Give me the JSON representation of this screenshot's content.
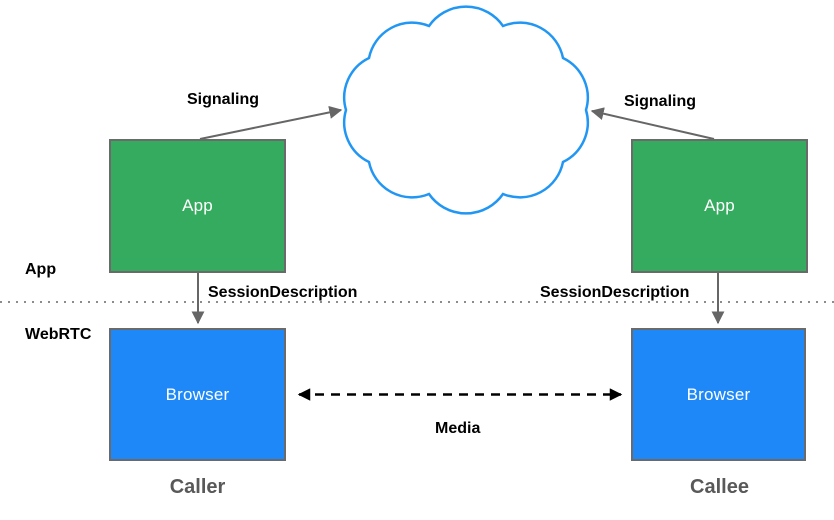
{
  "layers": {
    "app_label": "App",
    "webrtc_label": "WebRTC"
  },
  "caller": {
    "app_box_label": "App",
    "browser_box_label": "Browser",
    "endpoint_name": "Caller",
    "signaling_label": "Signaling",
    "session_description_label": "SessionDescription"
  },
  "callee": {
    "app_box_label": "App",
    "browser_box_label": "Browser",
    "endpoint_name": "Callee",
    "signaling_label": "Signaling",
    "session_description_label": "SessionDescription"
  },
  "media_label": "Media",
  "icons": {
    "cloud": "network-cloud-icon"
  },
  "colors": {
    "app_box_fill": "#34ab5e",
    "browser_box_fill": "#1e88f8",
    "box_border": "#6a6a6a",
    "cloud_stroke": "#2196f3",
    "signaling_arrow": "#666666",
    "media_arrow": "#000000",
    "layer_divider": "#8c8c8c",
    "endpoint_name_text": "#595959",
    "box_text": "#ffffff",
    "label_text": "#000000"
  }
}
